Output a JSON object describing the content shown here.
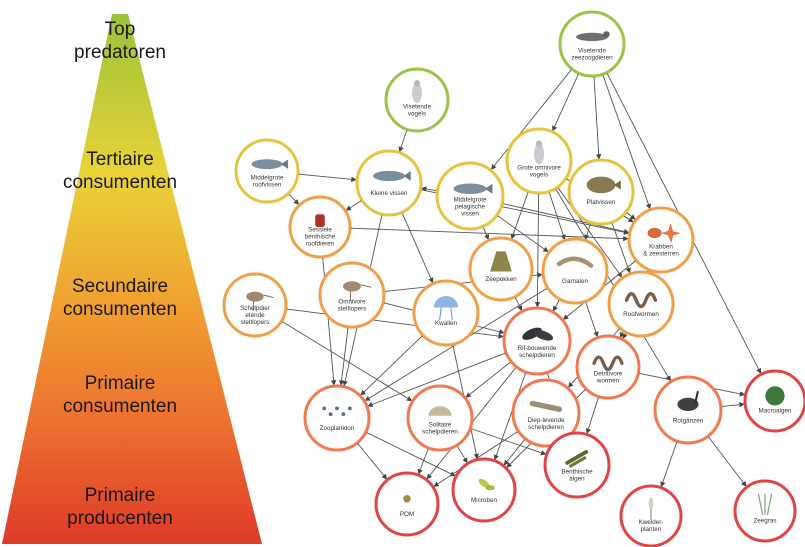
{
  "levels": [
    {
      "text": "Top\npredatoren"
    },
    {
      "text": "Tertiaire\nconsumenten"
    },
    {
      "text": "Secundaire\nconsumenten"
    },
    {
      "text": "Primaire\nconsumenten"
    },
    {
      "text": "Primaire\nproducenten"
    }
  ],
  "pyramid_colors": {
    "top": "#9bc23a",
    "upper": "#e9d338",
    "middle": "#f0a030",
    "lower": "#ec6e30",
    "bottom": "#dd3b28"
  },
  "node_border_colors": {
    "top": "#9cc24a",
    "tertiary": "#e6c340",
    "secondary": "#f0a048",
    "primary_consumer": "#ef7a52",
    "producer": "#e04545"
  },
  "nodes": [
    {
      "id": "visetende-zeezoogdieren",
      "label": "Visetende\nzeezoogdieren",
      "level": "top",
      "icon": "seal-icon"
    },
    {
      "id": "visetende-vogels",
      "label": "Visetende\nvogels",
      "level": "top",
      "icon": "bird-icon"
    },
    {
      "id": "middelgrote-roofvissen",
      "label": "Middelgrote\nroofvissen",
      "level": "tertiary",
      "icon": "fish-icon"
    },
    {
      "id": "kleine-vissen",
      "label": "Kleine vissen",
      "level": "tertiary",
      "icon": "fish-icon"
    },
    {
      "id": "middelgrote-pelagische-vissen",
      "label": "Middelgrote\npelagische\nvissen",
      "level": "tertiary",
      "icon": "fish-icon"
    },
    {
      "id": "grote-omnivore-vogels",
      "label": "Grote omnivore\nvogels",
      "level": "tertiary",
      "icon": "gull-icon"
    },
    {
      "id": "platvissen",
      "label": "Platvissen",
      "level": "tertiary",
      "icon": "flatfish-icon"
    },
    {
      "id": "sessiele-benthische-roofdieren",
      "label": "Sessiele\nbenthische\nroofdieren",
      "level": "secondary",
      "icon": "anemone-icon"
    },
    {
      "id": "krabben-zeesterren",
      "label": "Krabben\n& zeesterren",
      "level": "secondary",
      "icon": "crab-icon"
    },
    {
      "id": "zeepokken",
      "label": "Zeepokken",
      "level": "secondary",
      "icon": "barnacle-icon"
    },
    {
      "id": "garnalen",
      "label": "Garnalen",
      "level": "secondary",
      "icon": "shrimp-icon"
    },
    {
      "id": "schelpdier-etende-steltlopers",
      "label": "Schelpdier\netende\nsteltlopers",
      "level": "secondary",
      "icon": "wader-icon"
    },
    {
      "id": "omnivore-steltlopers",
      "label": "Omnivore\nsteltlopers",
      "level": "secondary",
      "icon": "wader-icon"
    },
    {
      "id": "kwallen",
      "label": "Kwallen",
      "level": "secondary",
      "icon": "jellyfish-icon"
    },
    {
      "id": "roofwormen",
      "label": "Roofwormen",
      "level": "secondary",
      "icon": "worm-icon"
    },
    {
      "id": "rif-bouwende-schelpdieren",
      "label": "Rif-bouwende\nschelpdieren",
      "level": "primary_consumer",
      "icon": "mussel-icon"
    },
    {
      "id": "detritivore-wormen",
      "label": "Detritivore\nwormen",
      "level": "primary_consumer",
      "icon": "worm-icon"
    },
    {
      "id": "zooplankton",
      "label": "Zooplankton",
      "level": "primary_consumer",
      "icon": "plankton-icon"
    },
    {
      "id": "solitaire-schelpdieren",
      "label": "Solitaire\nschelpdieren",
      "level": "primary_consumer",
      "icon": "shell-icon"
    },
    {
      "id": "diep-levende-schelpdieren",
      "label": "Diep-levende\nschelpdieren",
      "level": "primary_consumer",
      "icon": "razor-clam-icon"
    },
    {
      "id": "rotganzen",
      "label": "Rotganzen",
      "level": "primary_consumer",
      "icon": "goose-icon"
    },
    {
      "id": "macroalgen",
      "label": "Macroalgen",
      "level": "producer",
      "icon": "seaweed-icon"
    },
    {
      "id": "pom",
      "label": "POM",
      "level": "producer",
      "icon": "particle-icon"
    },
    {
      "id": "microben",
      "label": "Microben",
      "level": "producer",
      "icon": "microbe-icon"
    },
    {
      "id": "benthische-algen",
      "label": "Benthische\nalgen",
      "level": "producer",
      "icon": "algae-icon"
    },
    {
      "id": "kwelderplanten",
      "label": "Kwelder-\nplanten",
      "level": "producer",
      "icon": "plant-icon"
    },
    {
      "id": "zeegras",
      "label": "Zeegras",
      "level": "producer",
      "icon": "seagrass-icon"
    }
  ],
  "edges": [
    [
      "visetende-zeezoogdieren",
      "middelgrote-pelagische-vissen"
    ],
    [
      "visetende-zeezoogdieren",
      "platvissen"
    ],
    [
      "visetende-zeezoogdieren",
      "krabben-zeesterren"
    ],
    [
      "visetende-zeezoogdieren",
      "grote-omnivore-vogels"
    ],
    [
      "visetende-zeezoogdieren",
      "macroalgen"
    ],
    [
      "visetende-vogels",
      "kleine-vissen"
    ],
    [
      "middelgrote-roofvissen",
      "kleine-vissen"
    ],
    [
      "middelgrote-roofvissen",
      "sessiele-benthische-roofdieren"
    ],
    [
      "kleine-vissen",
      "sessiele-benthische-roofdieren"
    ],
    [
      "kleine-vissen",
      "kwallen"
    ],
    [
      "kleine-vissen",
      "zooplankton"
    ],
    [
      "kleine-vissen",
      "krabben-zeesterren"
    ],
    [
      "middelgrote-pelagische-vissen",
      "kleine-vissen"
    ],
    [
      "middelgrote-pelagische-vissen",
      "zeepokken"
    ],
    [
      "middelgrote-pelagische-vissen",
      "krabben-zeesterren"
    ],
    [
      "middelgrote-pelagische-vissen",
      "garnalen"
    ],
    [
      "grote-omnivore-vogels",
      "garnalen"
    ],
    [
      "grote-omnivore-vogels",
      "rif-bouwende-schelpdieren"
    ],
    [
      "grote-omnivore-vogels",
      "krabben-zeesterren"
    ],
    [
      "grote-omnivore-vogels",
      "zeepokken"
    ],
    [
      "grote-omnivore-vogels",
      "roofwormen"
    ],
    [
      "platvissen",
      "krabben-zeesterren"
    ],
    [
      "platvissen",
      "garnalen"
    ],
    [
      "platvissen",
      "roofwormen"
    ],
    [
      "sessiele-benthische-roofdieren",
      "zooplankton"
    ],
    [
      "sessiele-benthische-roofdieren",
      "krabben-zeesterren"
    ],
    [
      "krabben-zeesterren",
      "roofwormen"
    ],
    [
      "krabben-zeesterren",
      "detritivore-wormen"
    ],
    [
      "krabben-zeesterren",
      "rif-bouwende-schelpdieren"
    ],
    [
      "zeepokken",
      "rif-bouwende-schelpdieren"
    ],
    [
      "garnalen",
      "rif-bouwende-schelpdieren"
    ],
    [
      "garnalen",
      "zooplankton"
    ],
    [
      "garnalen",
      "detritivore-wormen"
    ],
    [
      "schelpdier-etende-steltlopers",
      "rif-bouwende-schelpdieren"
    ],
    [
      "schelpdier-etende-steltlopers",
      "solitaire-schelpdieren"
    ],
    [
      "omnivore-steltlopers",
      "zooplankton"
    ],
    [
      "omnivore-steltlopers",
      "rif-bouwende-schelpdieren"
    ],
    [
      "omnivore-steltlopers",
      "garnalen"
    ],
    [
      "kwallen",
      "zooplankton"
    ],
    [
      "kwallen",
      "microben"
    ],
    [
      "roofwormen",
      "detritivore-wormen"
    ],
    [
      "roofwormen",
      "diep-levende-schelpdieren"
    ],
    [
      "rif-bouwende-schelpdieren",
      "zooplankton"
    ],
    [
      "rif-bouwende-schelpdieren",
      "pom"
    ],
    [
      "rif-bouwende-schelpdieren",
      "microben"
    ],
    [
      "rif-bouwende-schelpdieren",
      "benthische-algen"
    ],
    [
      "rif-bouwende-schelpdieren",
      "solitaire-schelpdieren"
    ],
    [
      "detritivore-wormen",
      "benthische-algen"
    ],
    [
      "detritivore-wormen",
      "microben"
    ],
    [
      "detritivore-wormen",
      "macroalgen"
    ],
    [
      "zooplankton",
      "pom"
    ],
    [
      "zooplankton",
      "microben"
    ],
    [
      "solitaire-schelpdieren",
      "pom"
    ],
    [
      "solitaire-schelpdieren",
      "microben"
    ],
    [
      "solitaire-schelpdieren",
      "benthische-algen"
    ],
    [
      "diep-levende-schelpdieren",
      "pom"
    ],
    [
      "diep-levende-schelpdieren",
      "benthische-algen"
    ],
    [
      "diep-levende-schelpdieren",
      "microben"
    ],
    [
      "rotganzen",
      "macroalgen"
    ],
    [
      "rotganzen",
      "kwelderplanten"
    ],
    [
      "rotganzen",
      "zeegras"
    ],
    [
      "grote-omnivore-vogels",
      "rotganzen"
    ]
  ]
}
